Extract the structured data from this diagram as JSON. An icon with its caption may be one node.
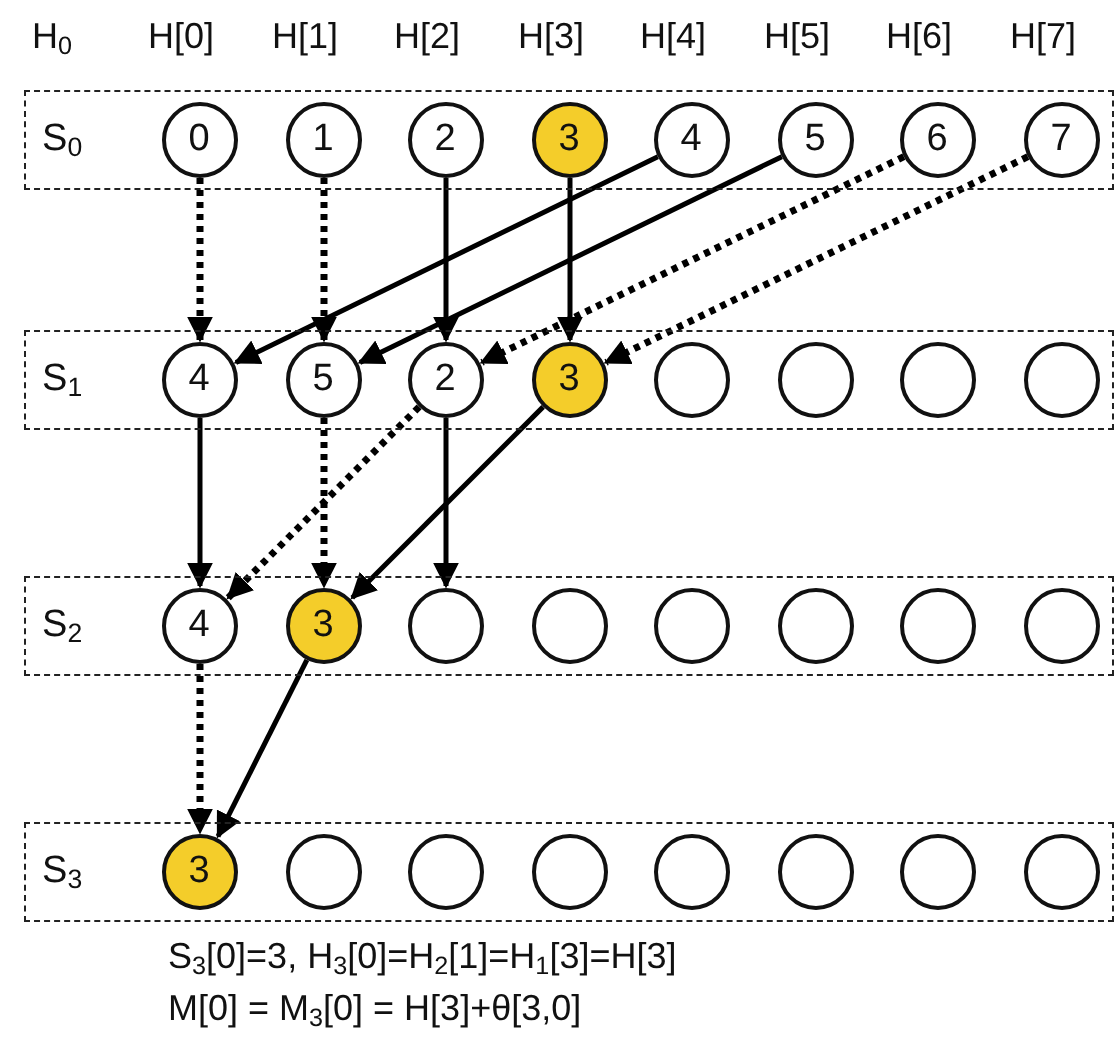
{
  "diagram": {
    "nodes": [
      {
        "text": [
          "S$_{0}$"
        ]
      },
      {
        "text": [
          "0"
        ],
        "in": 0
      },
      {
        "text": [
          "1"
        ],
        "in": 0
      },
      {
        "text": [
          "2"
        ],
        "in": 0
      },
      {
        "text": [
          "3"
        ],
        "in": 0
      },
      {
        "text": [
          "4"
        ],
        "in": 0
      },
      {
        "text": [
          "5"
        ],
        "in": 0
      },
      {
        "text": [
          "6"
        ],
        "in": 0
      },
      {
        "text": [
          "7"
        ],
        "in": 0
      },
      {
        "text": [
          "S$_{1}$"
        ]
      },
      {
        "text": [
          "4"
        ],
        "in": 9
      },
      {
        "text": [
          "5"
        ],
        "in": 9
      },
      {
        "text": [
          "2"
        ],
        "in": 9
      },
      {
        "text": [
          "3"
        ],
        "in": 9
      },
      {
        "text": [],
        "shape": "circle",
        "in": 9
      },
      {
        "text": [],
        "shape": "circle",
        "in": 9
      },
      {
        "text": [],
        "shape": "circle",
        "in": 9
      },
      {
        "text": [],
        "shape": "circle",
        "in": 9
      },
      {
        "text": [
          "S$_{2}$"
        ]
      },
      {
        "text": [
          "4"
        ],
        "in": 18
      },
      {
        "text": [
          "3"
        ],
        "in": 18
      },
      {
        "text": [],
        "shape": "circle",
        "in": 18
      },
      {
        "text": [],
        "shape": "circle",
        "in": 18
      },
      {
        "text": [],
        "shape": "circle",
        "in": 18
      },
      {
        "text": [],
        "shape": "circle",
        "in": 18
      },
      {
        "text": [],
        "shape": "circle",
        "in": 18
      },
      {
        "text": [],
        "shape": "circle",
        "in": 18
      },
      {
        "text": [
          "S$_{3}$"
        ]
      },
      {
        "text": [
          "3"
        ],
        "in": 27
      },
      {
        "text": [],
        "shape": "circle",
        "in": 27
      },
      {
        "text": [],
        "shape": "circle",
        "in": 27
      },
      {
        "text": [],
        "shape": "circle",
        "in": 27
      },
      {
        "text": [],
        "shape": "circle",
        "in": 27
      },
      {
        "text": [],
        "shape": "circle",
        "in": 27
      },
      {
        "text": [],
        "shape": "circle",
        "in": 27
      },
      {
        "text": [],
        "shape": "circle",
        "in": 27
      }
    ],
    "edges": [
      {
        "from": 1,
        "to": 10,
        "arrow": "to",
        "style": "dashed"
      },
      {
        "from": 2,
        "to": 11,
        "arrow": "to",
        "style": "dashed"
      },
      {
        "from": 3,
        "to": 12,
        "arrow": "to"
      },
      {
        "from": 4,
        "to": 13,
        "arrow": "to"
      },
      {
        "from": 5,
        "to": 10,
        "arrow": "to"
      },
      {
        "from": 6,
        "to": 11,
        "arrow": "to"
      },
      {
        "from": 7,
        "to": 12,
        "arrow": "to",
        "style": "dashed"
      },
      {
        "from": 8,
        "to": 13,
        "arrow": "to",
        "style": "dashed"
      },
      {
        "from": 10,
        "to": 19,
        "arrow": "to"
      },
      {
        "from": 11,
        "to": 20,
        "arrow": "to",
        "style": "dashed"
      },
      {
        "from": 12,
        "to": 19,
        "arrow": "to",
        "style": "dashed"
      },
      {
        "from": 12,
        "to": 21,
        "arrow": "to"
      },
      {
        "from": 13,
        "to": 20,
        "arrow": "to"
      },
      {
        "from": 19,
        "to": 28,
        "arrow": "to",
        "style": "dashed"
      },
      {
        "from": 20,
        "to": 28,
        "arrow": "to"
      }
    ],
    "labels": [
      "H$_{0}$",
      "H[0]",
      "H[1]",
      "H[2]",
      "H[3]",
      "H[4]",
      "H[5]",
      "H[6]",
      "H[7]",
      "S$_{3}$[0]=3, H$_{3}$[0]=H$_{2}$[1]=H$_{1}$[3]=H[3]",
      "M[0] = M$_{3}$[0] = H[3]+θ[3,0]"
    ]
  }
}
